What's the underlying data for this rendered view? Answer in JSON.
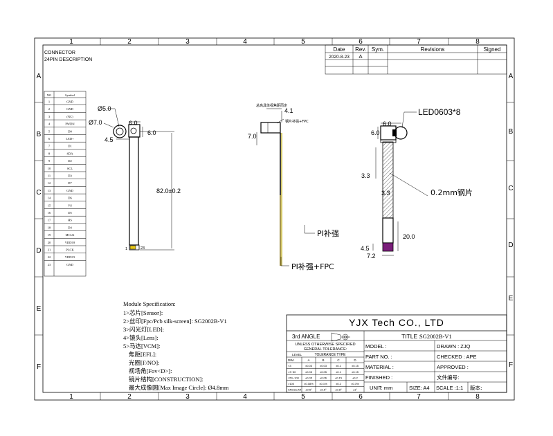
{
  "frame": {
    "col_labels": [
      "1",
      "2",
      "3",
      "4",
      "5",
      "6",
      "7",
      "8"
    ],
    "row_labels": [
      "A",
      "B",
      "C",
      "D",
      "E",
      "F"
    ]
  },
  "header": {
    "line1": "CONNECTOR",
    "line2": "24PIN DESCRIPTION"
  },
  "revision_table": {
    "headers": [
      "Date",
      "Rev.",
      "Sym.",
      "Revisions",
      "Signed"
    ],
    "date": "2020-8-23",
    "rev": "A"
  },
  "pin_table": {
    "col_no": "NO",
    "col_symbol": "Symbol",
    "rows": [
      [
        "1",
        "GND"
      ],
      [
        "2",
        "GND"
      ],
      [
        "3",
        "(NC)"
      ],
      [
        "4",
        "PWDN"
      ],
      [
        "5",
        "D0"
      ],
      [
        "6",
        "LED+"
      ],
      [
        "7",
        "D1"
      ],
      [
        "8",
        "SDA"
      ],
      [
        "9",
        "D2"
      ],
      [
        "10",
        "SCL"
      ],
      [
        "11",
        "D3"
      ],
      [
        "12",
        "D7"
      ],
      [
        "13",
        "GND"
      ],
      [
        "14",
        "D6"
      ],
      [
        "15",
        "VS"
      ],
      [
        "16",
        "D5"
      ],
      [
        "17",
        "HS"
      ],
      [
        "18",
        "D4"
      ],
      [
        "19",
        "MCLK"
      ],
      [
        "20",
        "VDDI 8"
      ],
      [
        "21",
        "PLCK"
      ],
      [
        "22",
        "VDDI 9"
      ],
      [
        "23",
        "GND"
      ]
    ]
  },
  "front_view": {
    "dia_outer": "Ø7.0",
    "dia_inner": "Ø5.0",
    "width_top": "6.0",
    "height_side": "6.0",
    "offset_left": "4.5",
    "length": "82.0±0.2",
    "pin1": "1",
    "pin23": "23"
  },
  "side_view": {
    "note_top": "总高具体视焦距而定",
    "dim_top": "4.1",
    "label_fpc": "钢片补强+FPC",
    "dim_left": "7.0",
    "label_pi": "PI补强",
    "label_pi_fpc": "PI补强+FPC"
  },
  "back_view": {
    "led_label": "LED0603*8",
    "dim_top_w": "6.0",
    "dim_left_h": "6.0",
    "dim_3_3a": "3.3",
    "dim_3_3b": "3.3",
    "steel_label": "0.2mm钢片",
    "dim_20": "20.0",
    "dim_4_5": "4.5",
    "dim_7_2": "7.2"
  },
  "spec": {
    "title": "Module Specification:",
    "lines": [
      "1>芯片[Sensor]:",
      "2>丝印[Fpc/Pcb silk-screen]: SG2002B-V1",
      "3>闪光灯[LED]:",
      "4>镜头[Lens]:",
      "5>马达[VCM]:",
      "焦距[EFL]:",
      "光圈[F/NO]:",
      "视场角[Fov<D>]:",
      "镜片结构[CONSTRUCTION]:",
      "最大成像圆[Max Image Circle]: Ø4.8mm"
    ]
  },
  "title_block": {
    "company": "YJX Tech CO., LTD",
    "projection": "3rd ANGLE",
    "title_label": "TITLE :",
    "title_value": "SG2002B-V1",
    "tol_line1": "UNLESS OTHERWISE SPECIFIED",
    "tol_line2": "GENERAL TOLERANCE:",
    "level": "LEVEL",
    "tol_type": "TOLERANCE TYPE",
    "dim": "DIM.",
    "grades": [
      "A",
      "B",
      "C",
      "D"
    ],
    "tol_rows": [
      [
        "<3",
        "±0.03",
        "±0.03",
        "±0.1",
        "±0.15"
      ],
      [
        ">3~50",
        "±0.05",
        "±0.05",
        "±0.1",
        "±0.15"
      ],
      [
        ">50~100",
        "±0.05",
        "±0.06",
        "±0.15",
        "±0.2"
      ],
      [
        ">100",
        "±0.08%",
        "±0.1%",
        "±0.2",
        "±0.3%"
      ],
      [
        "ANGULAR",
        "±0.5°",
        "±0.5°",
        "±0.8°",
        "±1°"
      ]
    ],
    "model": "MODEL :",
    "part_no": "PART NO. :",
    "material": "MATERIAL :",
    "finished": "FINISHED :",
    "unit": "UNIT: mm",
    "size": "SIZE: A4",
    "scale": "SCALE :1:1",
    "version": "版本:",
    "drawn": "DRAWN : ZJQ",
    "checked": "CHECKED : APE",
    "approved": "APPROVED :",
    "file_no": "文件编号:"
  }
}
